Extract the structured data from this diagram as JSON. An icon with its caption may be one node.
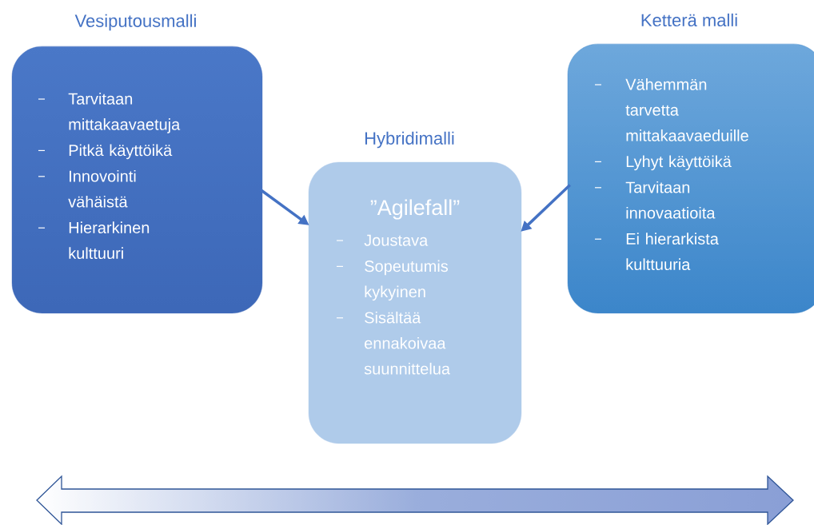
{
  "diagram": {
    "nodes": [
      {
        "text": [
          "Vesiputousmalli",
          "Tarvitaan mittakaavaetuja",
          "Pitkä käyttöikä",
          "Innovointi vähäistä",
          "Hierarkinen kulttuuri"
        ]
      },
      {
        "text": [
          "Hybridimalli",
          "”Agilefall”",
          "Joustava",
          "Sopeutumis kykyinen",
          "Sisältää ennakoivaa suunnittelua"
        ]
      },
      {
        "text": [
          "Ketterä malli",
          "Vähemmän tarvetta mittakaavaeduille",
          "Lyhyt käyttöikä",
          "Tarvitaan innovaatioita",
          "Ei hierarkista kulttuuria"
        ]
      }
    ],
    "edges": [
      {
        "from": 0,
        "to": 1,
        "arrow": "to"
      },
      {
        "from": 2,
        "to": 1,
        "arrow": "to"
      }
    ]
  }
}
